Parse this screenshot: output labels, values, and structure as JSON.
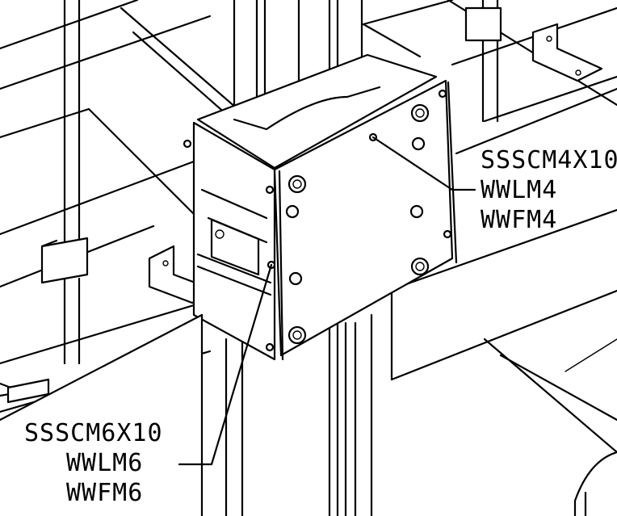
{
  "callouts": {
    "upper": {
      "lines": [
        "SSSCM4X10",
        "WWLM4",
        "WWFM4"
      ]
    },
    "lower": {
      "lines": [
        "SSSCM6X10",
        "WWLM6",
        "WWFM6"
      ]
    }
  },
  "colors": {
    "line": "#000000",
    "background": "#ffffff"
  }
}
